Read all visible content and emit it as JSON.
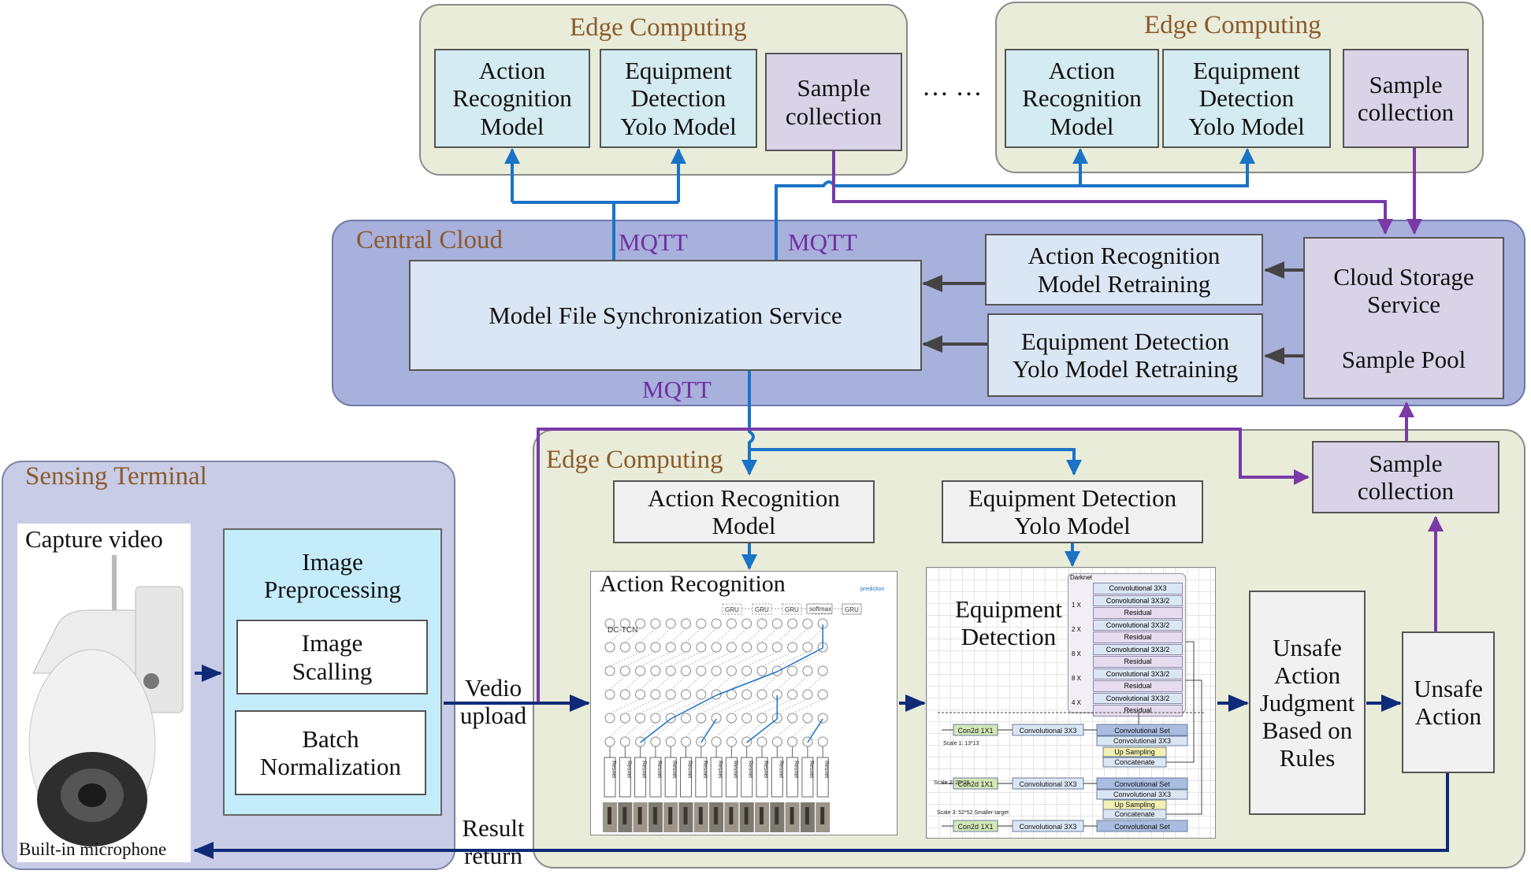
{
  "regions": {
    "edge_top_left": "Edge Computing",
    "edge_top_right": "Edge Computing",
    "central_cloud": "Central Cloud",
    "edge_bottom": "Edge Computing",
    "sensing_terminal": "Sensing Terminal"
  },
  "edge_top": {
    "action_model": "Action\nRecognition\nModel",
    "equipment_model": "Equipment\nDetection\nYolo Model",
    "sample_collection": "Sample\ncollection",
    "ellipsis": "… …"
  },
  "cloud": {
    "model_sync": "Model  File Synchronization Service",
    "action_retraining": "Action Recognition\nModel Retraining",
    "equipment_retraining": "Equipment Detection\nYolo Model Retraining",
    "storage": "Cloud Storage\nService\n\nSample Pool"
  },
  "mqtt_labels": [
    "MQTT",
    "MQTT",
    "MQTT"
  ],
  "edge_bottom": {
    "action_model": "Action Recognition\nModel",
    "equipment_model": "Equipment Detection\nYolo Model",
    "sample_collection": "Sample\ncollection",
    "action_recognition_panel": "Action Recognition",
    "equipment_detection_panel": "Equipment\nDetection",
    "unsafe_judgment": "Unsafe\nAction\nJudgment\nBased on\nRules",
    "unsafe_action": "Unsafe\nAction"
  },
  "tcn": {
    "dc_tcn": "DC-TCN",
    "gru": "GRU",
    "softmax": "softmax",
    "prediction": "prediction",
    "resnet": "Resnet"
  },
  "darknet": {
    "title": "Darknet",
    "rows": [
      {
        "mult": "",
        "label": "Convolutional  3X3"
      },
      {
        "mult": "",
        "label": "Convolutional  3X3/2"
      },
      {
        "mult": "1 X",
        "label": "Residual"
      },
      {
        "mult": "",
        "label": "Convolutional  3X3/2"
      },
      {
        "mult": "2 X",
        "label": "Residual"
      },
      {
        "mult": "",
        "label": "Convolutional  3X3/2"
      },
      {
        "mult": "8 X",
        "label": "Residual"
      },
      {
        "mult": "",
        "label": "Convolutional  3X3/2"
      },
      {
        "mult": "8 X",
        "label": "Residual"
      },
      {
        "mult": "",
        "label": "Convolutional  3X3/2"
      },
      {
        "mult": "4 X",
        "label": "Residual"
      }
    ],
    "con2d": "Con2d  1X1",
    "conv3": "Convolutional  3X3",
    "conv_set": "Convolutional Set",
    "up_sampling": "Up Sampling",
    "concatenate": "Concatenate",
    "scale1": "Scale 1: 13*13",
    "scale2": "Scale 2: 26*26",
    "scale3": "Scale 3: 52*52   Smaller target"
  },
  "sensing": {
    "capture_video": "Capture video",
    "microphone": "Built-in microphone",
    "image_preprocessing": "Image\nPreprocessing",
    "image_scaling": "Image\nScalling",
    "batch_norm": "Batch\nNormalization"
  },
  "flow_labels": {
    "video_upload": "Vedio\nupload",
    "result_return": "Result\nreturn"
  },
  "colors": {
    "arrow_blue": "#1a73c6",
    "arrow_purple": "#7a3aa6",
    "arrow_navy": "#0f2a78",
    "arrow_grey": "#444444"
  }
}
